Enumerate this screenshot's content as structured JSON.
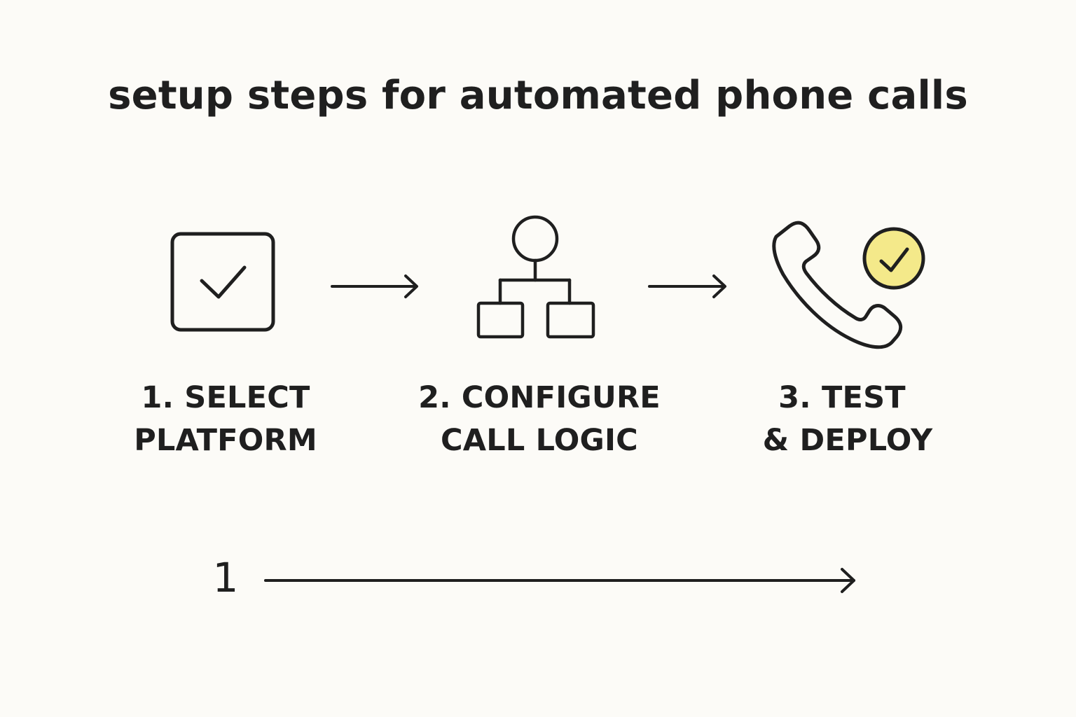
{
  "title": "setup steps for automated phone calls",
  "steps": [
    {
      "line1": "1. SELECT",
      "line2": "PLATFORM",
      "icon": "checkbox-icon"
    },
    {
      "line1": "2. CONFIGURE",
      "line2": "CALL LOGIC",
      "icon": "flowchart-icon"
    },
    {
      "line1": "3. TEST",
      "line2": "& DEPLOY",
      "icon": "phone-check-icon"
    }
  ],
  "timeline": {
    "label": "1"
  },
  "colors": {
    "background": "#fcfbf7",
    "ink": "#1f1f1f",
    "accent": "#f4e98a"
  }
}
